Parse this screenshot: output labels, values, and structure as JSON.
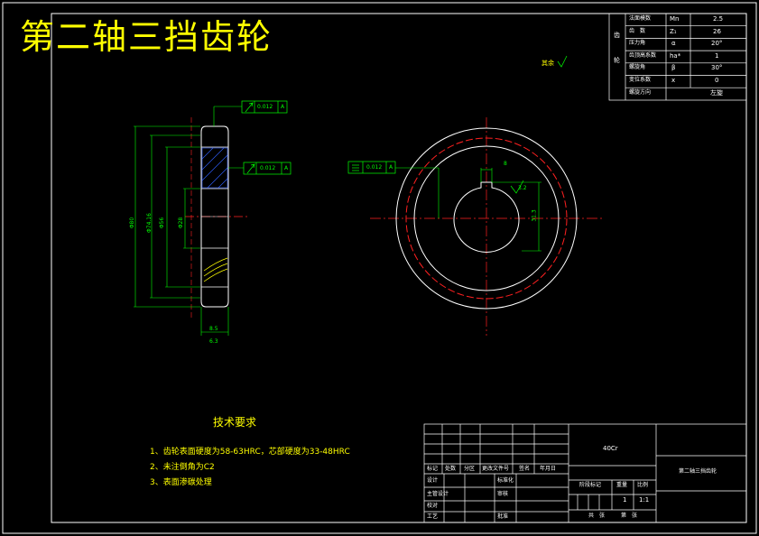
{
  "drawing": {
    "title": "第二轴三挡齿轮",
    "material": "40Cr",
    "part_name": "第二轴三挡齿轮",
    "scale": "1:1",
    "quantity": "1"
  },
  "param_table": {
    "side_label_top": "齿",
    "side_label_bottom": "轮",
    "rows": [
      {
        "name": "法面模数",
        "symbol": "Mn",
        "value": "2.5"
      },
      {
        "name": "齿　数",
        "symbol": "Z₁",
        "value": "26"
      },
      {
        "name": "压力角",
        "symbol": "α",
        "value": "20°"
      },
      {
        "name": "齿顶高系数",
        "symbol": "ha*",
        "value": "1"
      },
      {
        "name": "螺旋角",
        "symbol": "β",
        "value": "30°"
      },
      {
        "name": "变位系数",
        "symbol": "x",
        "value": "0"
      },
      {
        "name": "螺旋方向",
        "symbol": "",
        "value": "左旋"
      }
    ]
  },
  "tolerances": {
    "runout_top": "0.012",
    "runout_mid": "0.012",
    "symmetry": "0.012",
    "datum": "A"
  },
  "roughness_note": "其余",
  "dimensions": {
    "width": "8.5",
    "tip_diameter": "Φ80",
    "root_diameter": "Φ74.16",
    "hub_diameter": "Φ56",
    "bore_diameter": "Φ28",
    "keyway_depth": "31.3",
    "keyway_width": "8",
    "roughness_a": "3.2",
    "roughness_b": "6.3"
  },
  "tech_requirements": {
    "heading": "技术要求",
    "items": [
      "1、齿轮表面硬度为58-63HRC，芯部硬度为33-48HRC",
      "2、未注倒角为C2",
      "3、表面渗碳处理"
    ]
  },
  "title_block": {
    "row_labels": [
      "标记",
      "处数",
      "分区",
      "更改文件号",
      "签名",
      "年月日"
    ],
    "left_labels": [
      "设计",
      "主管设计",
      "校对",
      "工艺"
    ],
    "mid_labels": [
      "标准化",
      "审核",
      "批准"
    ],
    "stage_header": [
      "阶段标记",
      "重量",
      "比例"
    ],
    "sheet_labels": [
      "共　张",
      "第　张"
    ]
  }
}
